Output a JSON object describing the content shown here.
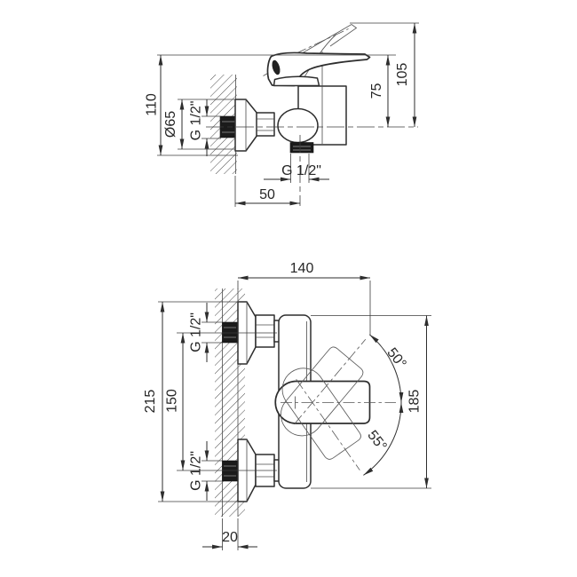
{
  "side_view": {
    "dims": {
      "total_height": "110",
      "flange_diameter": "Ø65",
      "inlet_thread": "G 1/2\"",
      "handle_height": "75",
      "handle_raised_height": "105",
      "outlet_thread": "G 1/2\"",
      "wall_to_outlet": "50"
    }
  },
  "front_view": {
    "dims": {
      "wall_to_handle_tip": "140",
      "overall_height": "215",
      "inlet_centers": "150",
      "inlet_thread_top": "G 1/2\"",
      "inlet_thread_bottom": "G 1/2\"",
      "body_height": "185",
      "handle_open_angle": "50°",
      "handle_close_angle": "55°",
      "wall_thickness": "20"
    }
  }
}
